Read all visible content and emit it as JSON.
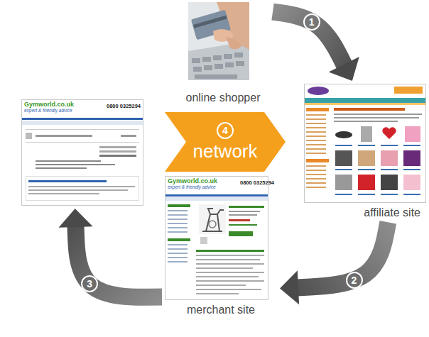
{
  "diagram": {
    "nodes": [
      {
        "text": [
          "online shopper"
        ]
      },
      {
        "text": [
          "Gymworld.co.uk",
          "expert & friendly advice",
          "0800 0325294"
        ]
      },
      {
        "text": [
          "4",
          "network"
        ]
      },
      {
        "text": [
          "affiliate site"
        ]
      },
      {
        "text": [
          "Gymworld.co.uk",
          "expert & friendly advice",
          "0800 0325294",
          "merchant site"
        ]
      }
    ],
    "edges": [
      {
        "from": 0,
        "to": 3,
        "label": "1",
        "arrow": "to"
      },
      {
        "from": 3,
        "to": 4,
        "label": "2",
        "arrow": "to"
      },
      {
        "from": 4,
        "to": 1,
        "label": "3",
        "arrow": "to"
      }
    ]
  }
}
